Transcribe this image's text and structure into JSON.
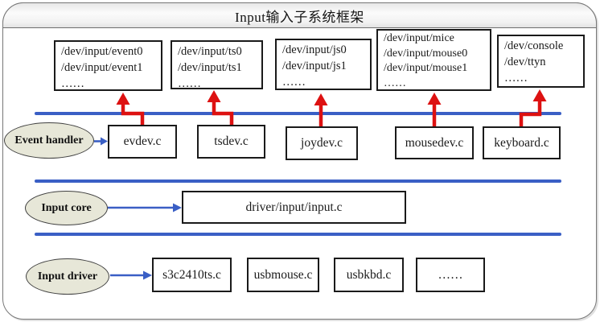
{
  "title": "Input输入子系统框架",
  "colors": {
    "line_blue": "#3a5fc5",
    "arrow_red": "#dd1111",
    "ellipse_fill": "#e7e7d8"
  },
  "device_boxes": [
    {
      "lines": [
        "/dev/input/event0",
        "/dev/input/event1",
        "……"
      ]
    },
    {
      "lines": [
        "/dev/input/ts0",
        "/dev/input/ts1",
        "……"
      ]
    },
    {
      "lines": [
        "/dev/input/js0",
        "/dev/input/js1",
        "……"
      ]
    },
    {
      "lines": [
        "/dev/input/mice",
        "/dev/input/mouse0",
        "/dev/input/mouse1",
        "……"
      ]
    },
    {
      "lines": [
        "/dev/console",
        "/dev/ttyn",
        "……"
      ]
    }
  ],
  "handler_layer": {
    "label": "Event handler",
    "boxes": [
      "evdev.c",
      "tsdev.c",
      "joydev.c",
      "mousedev.c",
      "keyboard.c"
    ]
  },
  "core_layer": {
    "label": "Input core",
    "box": "driver/input/input.c"
  },
  "driver_layer": {
    "label": "Input driver",
    "boxes": [
      "s3c2410ts.c",
      "usbmouse.c",
      "usbkbd.c",
      "……"
    ]
  }
}
